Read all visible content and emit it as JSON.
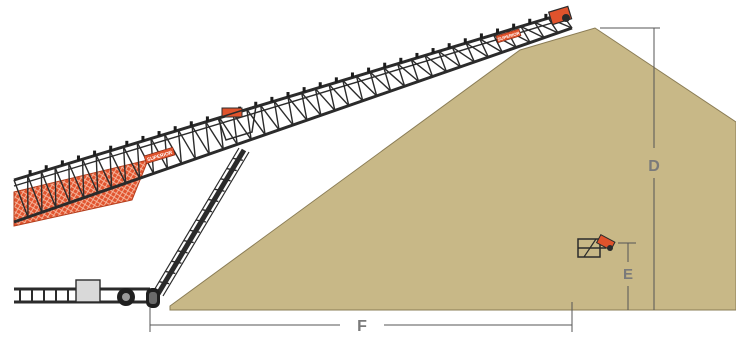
{
  "diagram": {
    "labels": {
      "d": "D",
      "e": "E",
      "f": "F"
    },
    "brand_text": "SUPERIOR",
    "colors": {
      "stockpile": "#c8b887",
      "stockpile_edge": "#8a7c55",
      "frame": "#2b2b2b",
      "accent": "#e0532c",
      "screen_orange": "#e2542e",
      "dimension_line": "#555555",
      "label_gray": "#7a7a7a"
    }
  }
}
